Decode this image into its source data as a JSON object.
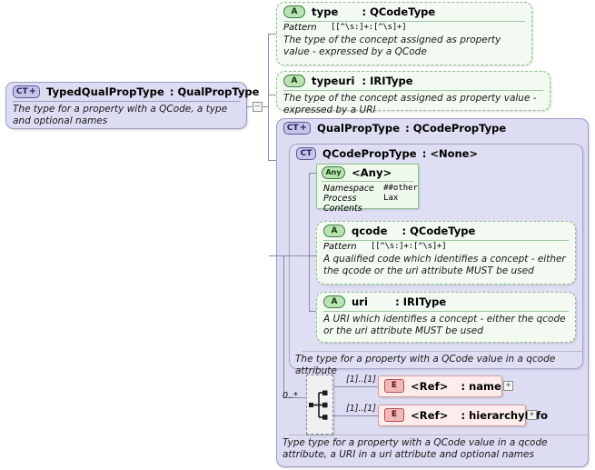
{
  "diagram": {
    "kind": "xsd-schema-diagram",
    "colors": {
      "complex_type_fill": "#dcdcf2",
      "complex_type_border": "#9c9cc4",
      "attribute_fill": "#f2faf1",
      "attribute_border": "#8fbf8f",
      "element_fill": "#fdecec",
      "element_border": "#d59a9a",
      "connector": "#8b8bab",
      "compositor_fill": "#f0f0f0",
      "background": "#ffffff"
    }
  },
  "root": {
    "badge": "CT",
    "badge_plus": "+",
    "name": "TypedQualPropType",
    "colon": ":",
    "type": "QualPropType",
    "doc": "The type for a property with a QCode, a type and optional names",
    "collapse_glyph": "–"
  },
  "attributes": [
    {
      "badge": "A",
      "name": "type",
      "colon": ":",
      "type": "QCodeType",
      "facet_label": "Pattern",
      "facet_value": "[[^\\s:]+:[^\\s]+]",
      "doc": "The type of the concept assigned as property value - expressed by a QCode"
    },
    {
      "badge": "A",
      "name": "typeuri",
      "colon": ":",
      "type": "IRIType",
      "doc": "The type of the concept assigned as property value - expressed by a URI"
    }
  ],
  "qualPropType": {
    "badge": "CT",
    "badge_plus": "+",
    "name": "QualPropType",
    "colon": ":",
    "type": "QCodePropType",
    "doc": "Type type for a property with a  QCode value in a qcode attribute, a URI in a uri attribute and optional names"
  },
  "qcodePropType": {
    "badge": "CT",
    "name": "QCodePropType",
    "colon": ":",
    "type": "<None>",
    "doc": "The type for a property with a QCode value in a qcode attribute",
    "any": {
      "badge": "Any",
      "label": "<Any>",
      "props": [
        {
          "key": "Namespace",
          "value": "##other"
        },
        {
          "key": "Process Contents",
          "value": "Lax"
        }
      ]
    },
    "attributes": [
      {
        "badge": "A",
        "name": "qcode",
        "colon": ":",
        "type": "QCodeType",
        "facet_label": "Pattern",
        "facet_value": "[[^\\s:]+:[^\\s]+]",
        "doc": "A qualified code which identifies a concept  - either the  qcode or the uri attribute MUST be used"
      },
      {
        "badge": "A",
        "name": "uri",
        "colon": ":",
        "type": "IRIType",
        "doc": "A URI which identifies a concept  - either the  qcode or the uri attribute MUST be used"
      }
    ]
  },
  "sequence": {
    "compositor_type": "choice",
    "occurs": "0..*",
    "children": [
      {
        "badge": "E",
        "label": "<Ref>",
        "colon": ":",
        "name": "name",
        "occurs": "[1]..[1]",
        "expand_glyph": "+"
      },
      {
        "badge": "E",
        "label": "<Ref>",
        "colon": ":",
        "name": "hierarchyInfo",
        "occurs": "[1]..[1]",
        "expand_glyph": "+"
      }
    ]
  }
}
